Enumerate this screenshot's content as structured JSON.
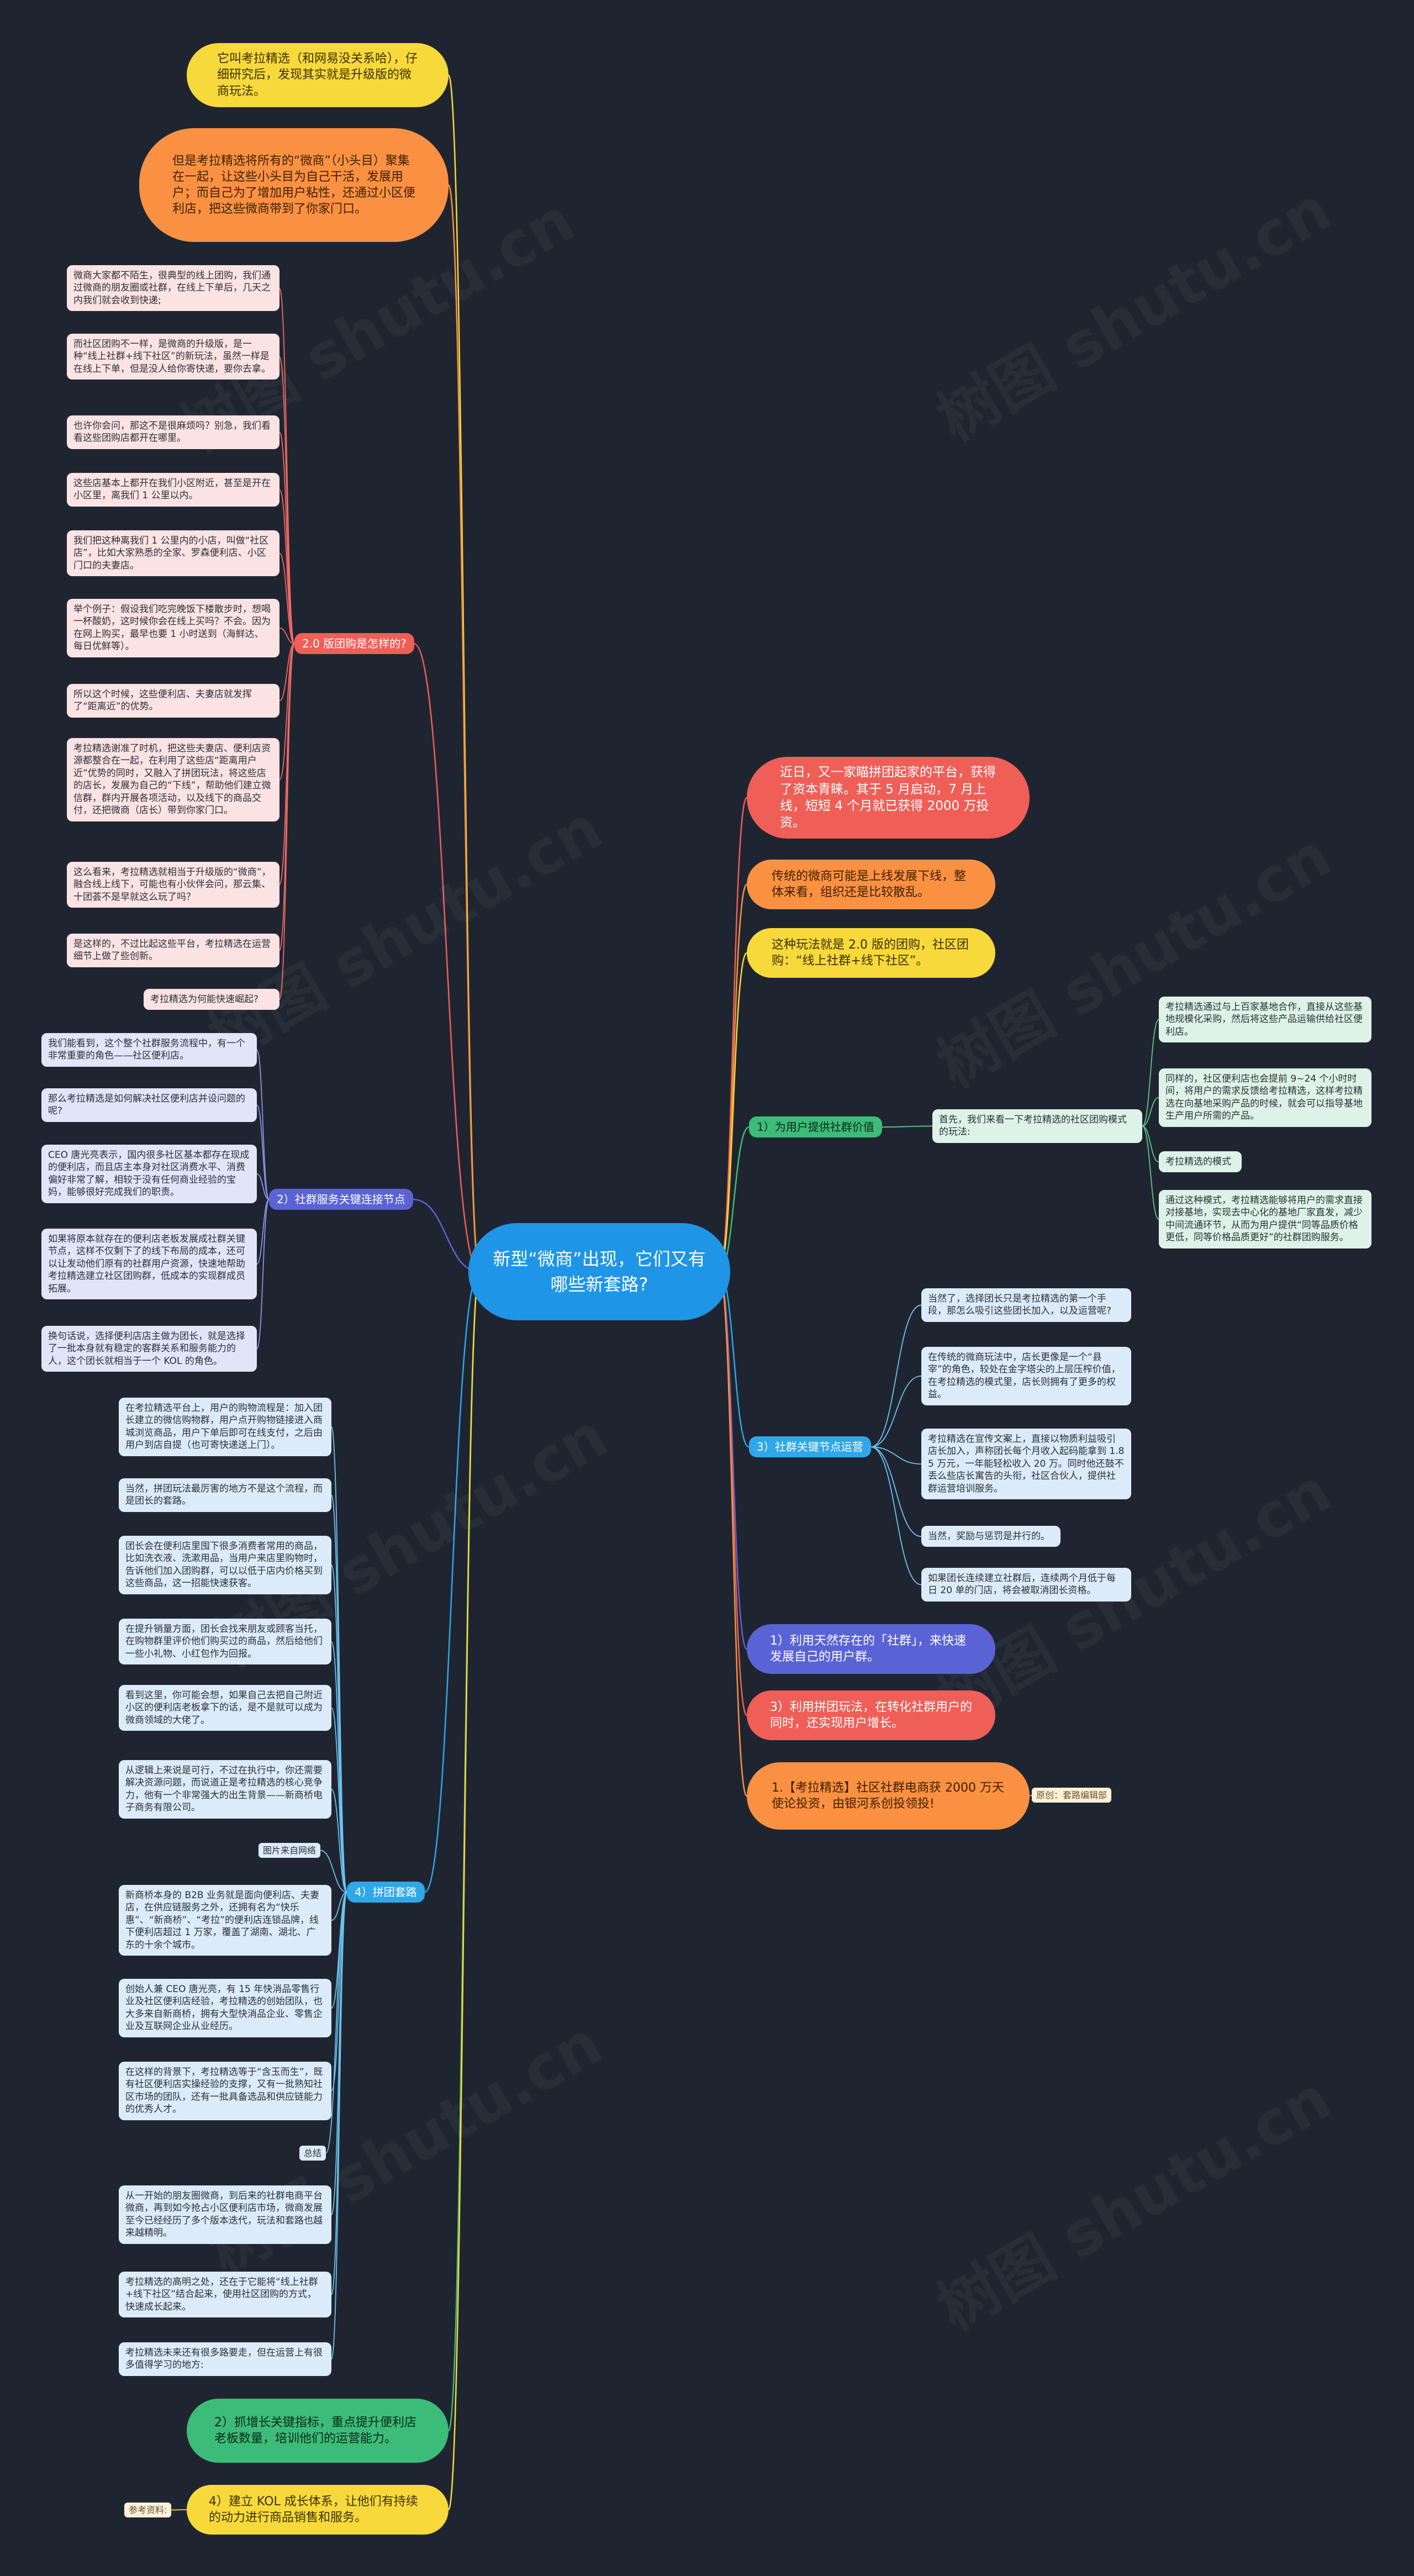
{
  "center": "新型“微商”出现，它们又有哪些新套路?",
  "watermark": "树图 shutu.cn",
  "left": {
    "top1": "它叫考拉精选（和网易没关系哈），仔细研究后，发现其实就是升级版的微商玩法。",
    "top2": "但是考拉精选将所有的“微商”（小头目）聚集在一起，让这些小头目为自己干活，发展用户；而自己为了增加用户粘性，还通过小区便利店，把这些微商带到了你家门口。",
    "b20": {
      "label": "2.0 版团购是怎样的?",
      "items": [
        "微商大家都不陌生，很典型的线上团购，我们通过微商的朋友圈或社群，在线上下单后，几天之内我们就会收到快递;",
        "而社区团购不一样，是微商的升级版，是一种“线上社群+线下社区”的新玩法，虽然一样是在线上下单，但是没人给你寄快递，要你去拿。",
        "也许你会问，那这不是很麻烦吗？别急，我们看看这些团购店都开在哪里。",
        "这些店基本上都开在我们小区附近，甚至是开在小区里，离我们 1 公里以内。",
        "我们把这种离我们 1 公里内的小店，叫做“社区店”，比如大家熟悉的全家、罗森便利店、小区门口的夫妻店。",
        "举个例子：假设我们吃完晚饭下楼散步时，想喝一杯酸奶，这时候你会在线上买吗？不会。因为在网上购买，最早也要 1 小时送到（海鲜达、每日优鲜等）。",
        "所以这个时候，这些便利店、夫妻店就发挥了“距离近”的优势。",
        "考拉精选谢准了时机，把这些夫妻店、便利店资源都整合在一起，在利用了这些店“距离用户近”优势的同时，又融入了拼团玩法，将这些店的店长，发展为自己的“下线”，帮助他们建立微信群，群内开展各项活动，以及线下的商品交付，还把微商（店长）带到你家门口。",
        "这么看来，考拉精选就相当于升级版的“微商”，融合线上线下，可能也有小伙伴会问，那云集、十团荟不是早就这么玩了吗？",
        "是这样的，不过比起这些平台，考拉精选在运营细节上做了些创新。",
        "考拉精选为何能快速崛起?"
      ]
    },
    "sq": {
      "label": "2）社群服务关键连接节点",
      "items": [
        "我们能看到，这个整个社群服务流程中，有一个非常重要的角色——社区便利店。",
        "那么考拉精选是如何解决社区便利店并设问题的呢?",
        "CEO 唐光亮表示，国内很多社区基本都存在现成的便利店，而且店主本身对社区消费水平、消费偏好非常了解，相较于没有任何商业经验的宝妈，能够很好完成我们的职责。",
        "如果将原本就存在的便利店老板发展成社群关键节点，这样不仅剩下了的线下布局的成本，还可以让发动他们原有的社群用户资源，快速地帮助考拉精选建立社区团购群，低成本的实现群成员拓展。",
        "换句话说，选择便利店店主做为团长，就是选择了一批本身就有稳定的客群关系和服务能力的人，这个团长就相当于一个 KOL 的角色。"
      ]
    },
    "pt": {
      "label": "4）拼团套路",
      "items": [
        "在考拉精选平台上，用户的购物流程是：加入团长建立的微信购物群，用户点开购物链接进入商城浏览商品，用户下单后即可在线支付，之后由用户到店自提（也可寄快递送上门）。",
        "当然，拼团玩法最厉害的地方不是这个流程，而是团长的套路。",
        "团长会在便利店里囤下很多消费者常用的商品，比如洗衣液、洗漱用品，当用户来店里购物时，告诉他们加入团购群，可以以低于店内价格买到这些商品，这一招能快速获客。",
        "在提升销量方面，团长会找来朋友或顾客当托，在购物群里评价他们购买过的商品，然后给他们一些小礼物、小红包作为回报。",
        "看到这里，你可能会想，如果自己去把自己附近小区的便利店老板拿下的话，是不是就可以成为微商领域的大佬了。",
        "从逻辑上来说是可行，不过在执行中，你还需要解决资源问题，而说道正是考拉精选的核心竞争力，他有一个非常强大的出生背景——新商桥电子商务有限公司。",
        "新商桥本身的 B2B 业务就是面向便利店、夫妻店，在供应链服务之外，还拥有名为“快乐惠”、“新商桥”、“考拉”的便利店连锁品牌，线下便利店超过 1 万家，覆盖了湖南、湖北、广东的十余个城市。",
        "创始人兼 CEO 唐光亮，有 15 年快消品零售行业及社区便利店经验，考拉精选的创始团队，也大多来自新商桥，拥有大型快消品企业、零售企业及互联网企业从业经历。",
        "在这样的背景下，考拉精选等于“含玉而生”，既有社区便利店实操经验的支撑，又有一批熟知社区市场的团队，还有一批具备选品和供应链能力的优秀人才。",
        "从一开始的朋友圈微商，到后来的社群电商平台微商，再到如今抢占小区便利店市场，微商发展至今已经经历了多个版本迭代，玩法和套路也越来越精明。",
        "考拉精选的高明之处，还在于它能将“线上社群+线下社区”结合起来，使用社区团购的方式，快速成长起来。",
        "考拉精选未来还有很多路要走，但在运营上有很多值得学习的地方:"
      ],
      "tag_image": "图片来自网络",
      "tag_summary": "总结"
    },
    "kpi": "2）抓增长关键指标，重点提升便利店老板数量，培训他们的运营能力。",
    "kol": "4）建立 KOL 成长体系，让他们有持续的动力进行商品销售和服务。",
    "ref": "参考资料:"
  },
  "right": {
    "news": "近日，又一家瞄拼团起家的平台，获得了资本青睐。其于 5 月启动，7 月上线，短短 4 个月就已获得 2000 万投资。",
    "trad": "传统的微商可能是上线发展下线，整体来看，组织还是比较散乱。",
    "play": "这种玩法就是 2.0 版的团购，社区团购：“线上社群+线下社区”。",
    "uv": {
      "label": "1）为用户提供社群价值",
      "connector": "首先，我们来看一下考拉精选的社区团购模式的玩法:",
      "items": [
        "考拉精选通过与上百家基地合作，直接从这些基地规模化采购，然后将这些产品运输供给社区便利店。",
        "同样的，社区便利店也会提前 9~24 个小时时间，将用户的需求反馈给考拉精选，这样考拉精选在向基地采购产品的时候，就会可以指导基地生产用户所需的产品。",
        "考拉精选的模式",
        "通过这种模式，考拉精选能够将用户的需求直接对接基地，实现去中心化的基地厂家直发，减少中间流通环节，从而为用户提供“同等品质价格更低，同等价格品质更好”的社群团购服务。"
      ]
    },
    "kn": {
      "label": "3）社群关键节点运营",
      "items": [
        "当然了，选择团长只是考拉精选的第一个手段，那怎么吸引这些团长加入，以及运营呢?",
        "在传统的微商玩法中，店长更像是一个“县宰”的角色，较处在金字塔尖的上层压榨价值，在考拉精选的模式里，店长则拥有了更多的权益。",
        "考拉精选在宣传文案上，直接以物质利益吸引店长加入，声称团长每个月收入起码能拿到 1.85 万元，一年能轻松收入 20 万。同时他还鼓不丢么些店长寓告的头衔，社区合伙人，提供社群运营培训服务。",
        "当然，奖励与惩罚是并行的。",
        "如果团长连续建立社群后，连续两个月低于每日 20 单的门店，将会被取消团长资格。"
      ]
    },
    "r1": "1）利用天然存在的「社群」，来快速发展自己的用户群。",
    "r3": "3）利用拼团玩法，在转化社群用户的同时，还实现用户增长。",
    "r4": {
      "text": "1.【考拉精选】社区社群电商获 2000 万天使论投资，由银河系创投领投!",
      "tag": "原创：套路编辑部"
    }
  },
  "colors": {
    "bg": "#1f2530",
    "center": "#1f95e8",
    "yellow": "#f8d93b",
    "orange": "#fa9142",
    "red": "#ef5f58",
    "indigo": "#5a63d6",
    "green": "#3dbb79",
    "sky": "#2fa7e8",
    "salmon": "#f06a66",
    "lime": "#5ec889"
  }
}
